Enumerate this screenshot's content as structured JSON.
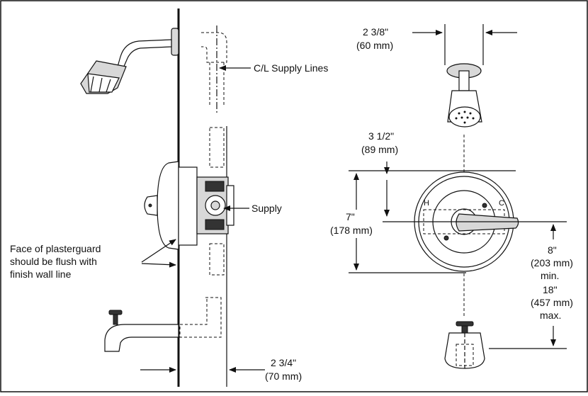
{
  "labels": {
    "shower_arm_width": "2 3/8\"",
    "shower_arm_width_mm": "(60 mm)",
    "supply_lines": "C/L Supply Lines",
    "supply": "Supply",
    "flush_note_1": "Face of plasterguard",
    "flush_note_2": "should be flush with",
    "flush_note_3": "finish wall line",
    "escutcheon_offset": "3 1/2\"",
    "escutcheon_offset_mm": "(89 mm)",
    "escutcheon_dia": "7\"",
    "escutcheon_dia_mm": "(178 mm)",
    "spout_min": "8\"",
    "spout_min_mm": "(203 mm)",
    "spout_min_word": "min.",
    "spout_max": "18\"",
    "spout_max_mm": "(457 mm)",
    "spout_max_word": "max.",
    "wall_depth": "2 3/4\"",
    "wall_depth_mm": "(70 mm)",
    "valve_hot": "H",
    "valve_cold": "C"
  }
}
